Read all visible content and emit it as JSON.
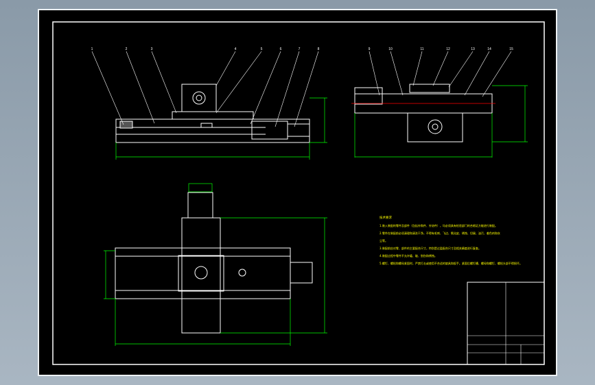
{
  "drawing": {
    "type": "mechanical assembly drawing",
    "colors": {
      "background": "#000000",
      "outline": "#ffffff",
      "leader": "#ffffff",
      "dimension": "#00ff00",
      "text": "#ffff00",
      "red_centerline": "#ff0000"
    },
    "part_balloons": [
      "1",
      "2",
      "3",
      "4",
      "5",
      "6",
      "7",
      "8",
      "9",
      "10",
      "11",
      "12",
      "13",
      "14",
      "15"
    ],
    "notes": {
      "title": "技术要求",
      "lines": [
        "1.装入装配的零件及部件（包括外购件、外协件），均必须具有检验部门的合格证方能进行装配。",
        "2.零件在装配前必须清理和清洗干净，不得有毛刺、飞边、氧化皮、锈蚀、切屑、油污、着色剂和灰",
        "尘等。",
        "3.装配前应对零、部件的主要配合尺寸，特别是过盈配合尺寸及相关精度进行复查。",
        "4.装配过程中零件不允许磕、碰、划伤和锈蚀。",
        "5.螺钉、螺栓和螺母紧固时，严禁打击或使用不合适的旋具和扳手。紧固后螺钉槽、螺母和螺钉、螺栓头部不得损坏。"
      ]
    }
  }
}
